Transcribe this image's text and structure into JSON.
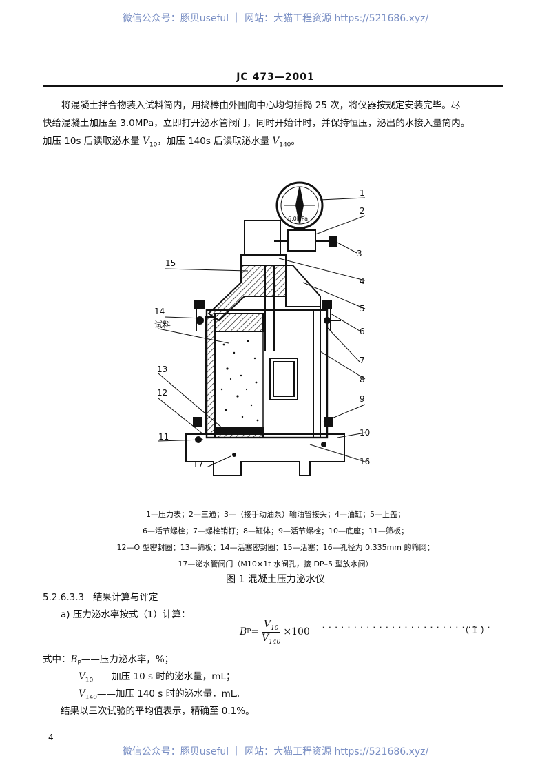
{
  "watermark": "微信公众号：豚贝useful ｜ 网站：大猫工程资源 https://521686.xyz/",
  "header": {
    "standard_code": "JC 473—2001"
  },
  "intro": {
    "line1": "将混凝土拌合物装入试料筒内，用捣棒由外围向中心均匀插捣 25 次，将仪器按规定安装完毕。尽",
    "line2": "快给混凝土加压至 3.0MPa，立即打开泌水管阀门，同时开始计时，并保持恒压，泌出的水接入量筒内。",
    "line3_a": "加压 10s 后读取泌水量 ",
    "line3_b": "，加压 140s 后读取泌水量 ",
    "line3_c": "。",
    "v": "V",
    "sub10": "10",
    "sub140": "140"
  },
  "figure": {
    "gauge_label": "6.0MPa",
    "label_sample": "试料",
    "callouts": [
      "1",
      "2",
      "3",
      "4",
      "5",
      "6",
      "7",
      "8",
      "9",
      "10",
      "11",
      "12",
      "13",
      "14",
      "15",
      "16",
      "17"
    ],
    "caption_line1": "1—压力表；2—三通；3—（接手动油泵）输油管接头；4—油缸；5—上盖；",
    "caption_line2": "6—活节螺栓；7—螺栓销钉；8—缸体；9—活节螺栓；10—底座；11—筛板；",
    "caption_line3": "12—O 型密封圈；13—筛板；14—活塞密封圈；15—活塞；16—孔径为 0.335mm 的筛网；",
    "caption_line4": "17—泌水管阀门（M10×1t 水阀孔，接 DP–5 型放水阀）",
    "title": "图 1   混凝土压力泌水仪"
  },
  "section": {
    "number": "5.2.6.3.3",
    "title": "结果计算与评定",
    "item_a": "a) 压力泌水率按式（1）计算：",
    "formula": {
      "lhs": "B",
      "lhs_sub": "P",
      "eq": " = ",
      "num": "V",
      "num_sub": "10",
      "den": "V",
      "den_sub": "140",
      "tail": "×100",
      "eq_number": "（ 1 ）"
    },
    "where_label": "式中：",
    "where1_sym": "B",
    "where1_sub": "P",
    "where1_text": "——压力泌水率，%；",
    "where2_sym": "V",
    "where2_sub": "10",
    "where2_text": "——加压 10 s 时的泌水量，mL；",
    "where3_sym": "V",
    "where3_sub": "140",
    "where3_text": "——加压 140 s 时的泌水量，mL。",
    "result_note": "结果以三次试验的平均值表示，精确至 0.1%。"
  },
  "footer": {
    "page_number": "4"
  }
}
